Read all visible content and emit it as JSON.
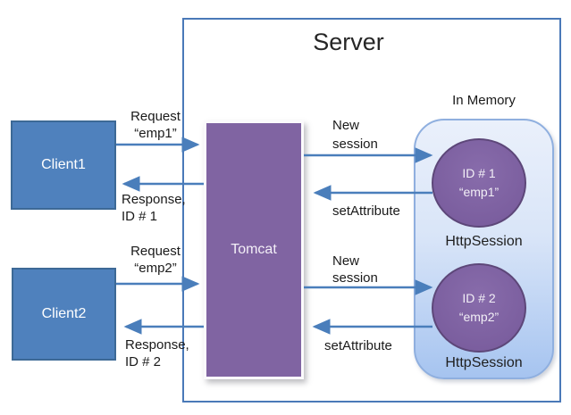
{
  "palette": {
    "client_fill": "#4F81BD",
    "client_border": "#3D6996",
    "tomcat_fill": "#8064A2",
    "session_fill": "#7C61A0",
    "session_border": "#5D4779",
    "memory_fill_top": "#EAF0FB",
    "memory_fill_bottom": "#A6C4F0",
    "memory_border": "#8FAFDF",
    "server_border": "#4A79B8",
    "arrow": "#4A7EBB"
  },
  "server": {
    "title": "Server",
    "tomcat_label": "Tomcat",
    "memory": {
      "label": "In Memory",
      "sessions": [
        {
          "id_line": "ID # 1",
          "value_line": "“emp1”",
          "caption": "HttpSession"
        },
        {
          "id_line": "ID # 2",
          "value_line": "“emp2”",
          "caption": "HttpSession"
        }
      ]
    }
  },
  "clients": [
    {
      "label": "Client1"
    },
    {
      "label": "Client2"
    }
  ],
  "arrow_labels": {
    "request1": {
      "line1": "Request",
      "line2": "“emp1”"
    },
    "response1": {
      "line1": "Response,",
      "line2": "ID # 1"
    },
    "request2": {
      "line1": "Request",
      "line2": "“emp2”"
    },
    "response2": {
      "line1": "Response,",
      "line2": "ID # 2"
    },
    "new_session1": {
      "line1": "New",
      "line2": "session"
    },
    "set_attribute1": {
      "label": "setAttribute"
    },
    "new_session2": {
      "line1": "New",
      "line2": "session"
    },
    "set_attribute2": {
      "label": "setAttribute"
    }
  }
}
